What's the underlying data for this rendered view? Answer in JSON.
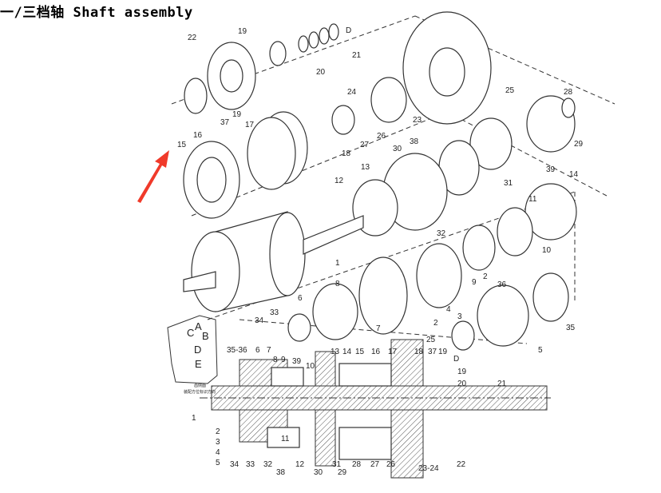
{
  "title": "一/三档轴 Shaft assembly",
  "arrow_color": "#f03a2a",
  "inset": {
    "letters": [
      "A",
      "B",
      "C",
      "D",
      "E"
    ],
    "caption_line1": "齿侧面",
    "caption_line2": "装配方位标识方向"
  },
  "exploded_callouts": [
    "22",
    "19",
    "20",
    "21",
    "D",
    "19",
    "37",
    "25",
    "24",
    "23",
    "26",
    "27",
    "18",
    "17",
    "16",
    "15",
    "28",
    "29",
    "38",
    "30",
    "39",
    "14",
    "13",
    "12",
    "31",
    "11",
    "1",
    "32",
    "10",
    "2",
    "9",
    "36",
    "8",
    "6",
    "7",
    "33",
    "34",
    "4",
    "3",
    "2",
    "35",
    "5"
  ],
  "section_callouts": [
    "35-36",
    "6",
    "7",
    "8",
    "9",
    "39",
    "10",
    "13",
    "14",
    "15",
    "16",
    "17",
    "18",
    "37",
    "19",
    "25",
    "D",
    "19",
    "20",
    "21",
    "1",
    "2",
    "3",
    "4",
    "5",
    "34",
    "33",
    "32",
    "38",
    "11",
    "12",
    "30",
    "31",
    "29",
    "28",
    "27",
    "26",
    "23-24",
    "22"
  ]
}
